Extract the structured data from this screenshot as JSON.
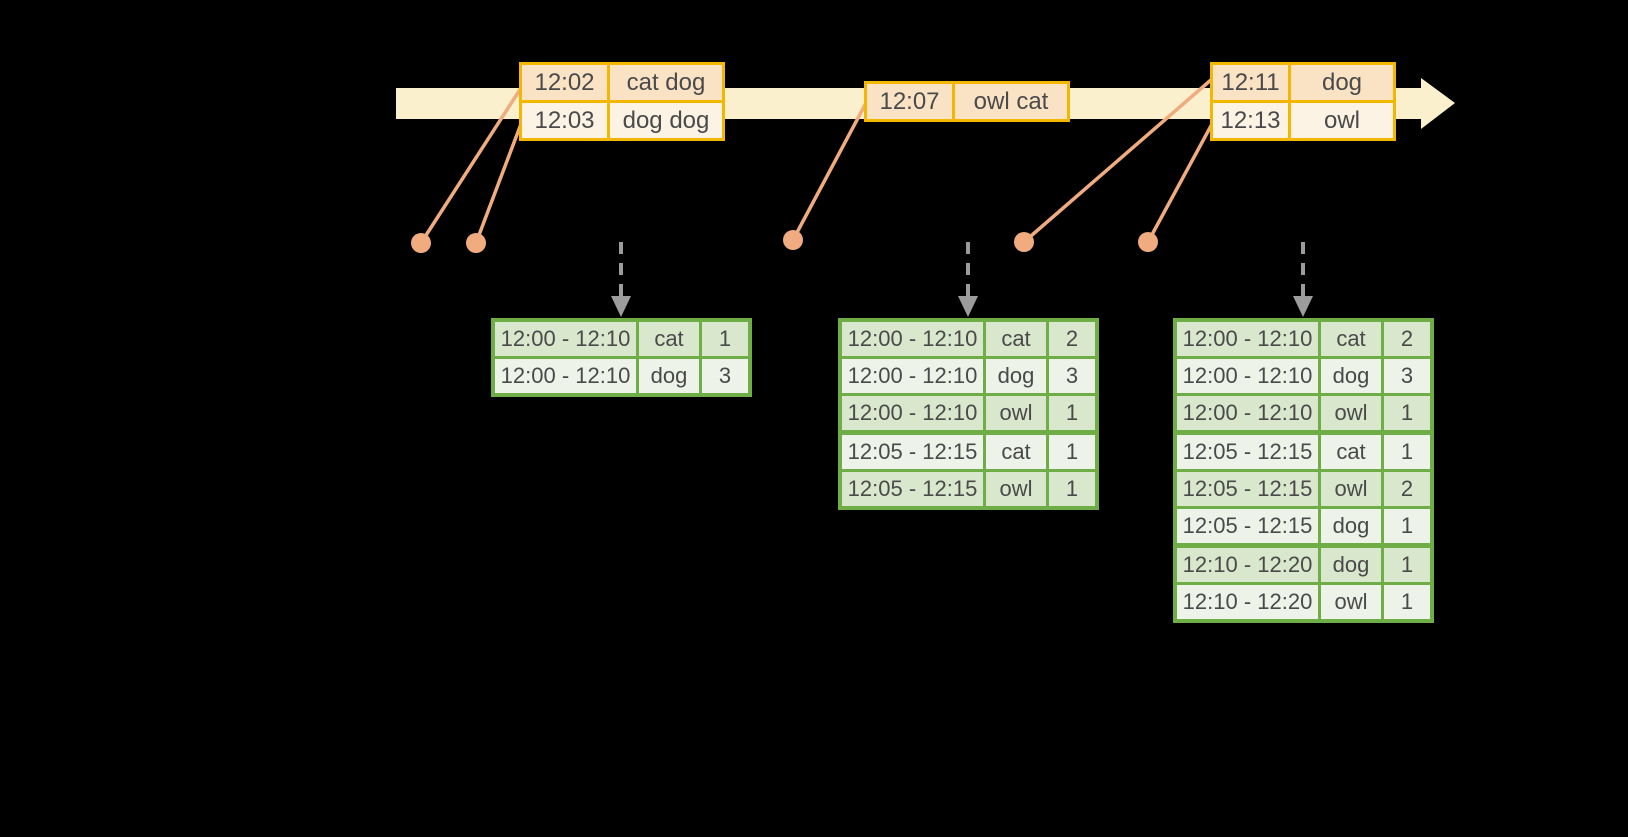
{
  "colors": {
    "background": "#000000",
    "timeline_band": "#FBF0CE",
    "event_border": "#F3B700",
    "event_row_dark": "#FAE3C5",
    "event_row_light": "#FDF3E5",
    "marker_orange": "#F0AB7E",
    "result_border": "#6FAE46",
    "result_row_dark": "#D9E7CC",
    "result_row_light": "#EDF3E8",
    "trigger_gray": "#9C9C9C",
    "text_dark": "#4A4A4A"
  },
  "icons": {
    "timeline": "arrow-right-band",
    "event_marker": "dot",
    "trigger": "dashed-arrow-down"
  },
  "events": [
    {
      "rows": [
        {
          "time": "12:02",
          "words": "cat dog"
        },
        {
          "time": "12:03",
          "words": "dog dog"
        }
      ]
    },
    {
      "rows": [
        {
          "time": "12:07",
          "words": "owl cat"
        }
      ]
    },
    {
      "rows": [
        {
          "time": "12:11",
          "words": "dog"
        },
        {
          "time": "12:13",
          "words": "owl"
        }
      ]
    }
  ],
  "results": [
    {
      "rows": [
        {
          "window": "12:00 - 12:10",
          "word": "cat",
          "count": "1"
        },
        {
          "window": "12:00 - 12:10",
          "word": "dog",
          "count": "3"
        }
      ]
    },
    {
      "rows": [
        {
          "window": "12:00 - 12:10",
          "word": "cat",
          "count": "2"
        },
        {
          "window": "12:00 - 12:10",
          "word": "dog",
          "count": "3"
        },
        {
          "window": "12:00 - 12:10",
          "word": "owl",
          "count": "1"
        },
        {
          "window": "12:05 - 12:15",
          "word": "cat",
          "count": "1"
        },
        {
          "window": "12:05 - 12:15",
          "word": "owl",
          "count": "1"
        }
      ]
    },
    {
      "rows": [
        {
          "window": "12:00 - 12:10",
          "word": "cat",
          "count": "2"
        },
        {
          "window": "12:00 - 12:10",
          "word": "dog",
          "count": "3"
        },
        {
          "window": "12:00 - 12:10",
          "word": "owl",
          "count": "1"
        },
        {
          "window": "12:05 - 12:15",
          "word": "cat",
          "count": "1"
        },
        {
          "window": "12:05 - 12:15",
          "word": "owl",
          "count": "2"
        },
        {
          "window": "12:05 - 12:15",
          "word": "dog",
          "count": "1"
        },
        {
          "window": "12:10 - 12:20",
          "word": "dog",
          "count": "1"
        },
        {
          "window": "12:10 - 12:20",
          "word": "owl",
          "count": "1"
        }
      ]
    }
  ]
}
